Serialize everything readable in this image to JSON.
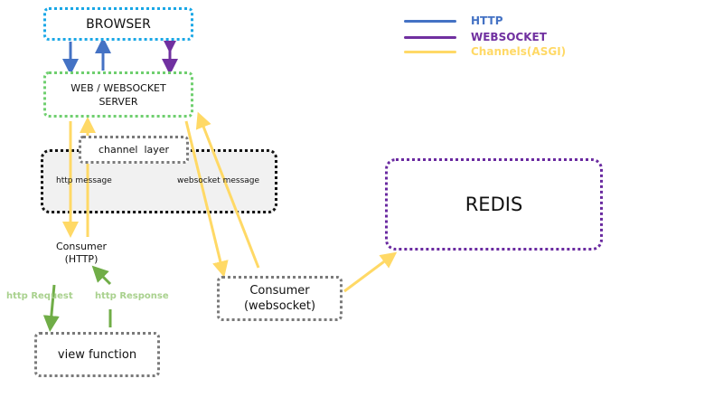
{
  "nodes": {
    "browser": "BROWSER",
    "web_server": "WEB / WEBSOCKET SERVER",
    "channel_layer": "channel  layer",
    "redis": "REDIS",
    "consumer_http": "Consumer (HTTP)",
    "consumer_ws": "Consumer (websocket)",
    "view_function": "view function"
  },
  "edge_labels": {
    "http_message": "http message",
    "websocket_message": "websocket message",
    "http_request": "http Request",
    "http_response": "http Response"
  },
  "legend": [
    {
      "label": "HTTP",
      "color": "#4472c4"
    },
    {
      "label": "WEBSOCKET",
      "color": "#7030a0"
    },
    {
      "label": "Channels(ASGI)",
      "color": "#ffd966"
    }
  ],
  "colors": {
    "http": "#4472c4",
    "websocket": "#7030a0",
    "asgi": "#ffd966",
    "view": "#70ad47",
    "view_label": "#a9d18e",
    "browser_border": "#1aa7e6",
    "server_border": "#6fcf6f",
    "redis_border": "#6a2aa0",
    "neutral_border": "#7a7a7a",
    "panel_border": "#111111",
    "panel_fill": "#f1f1f1"
  }
}
